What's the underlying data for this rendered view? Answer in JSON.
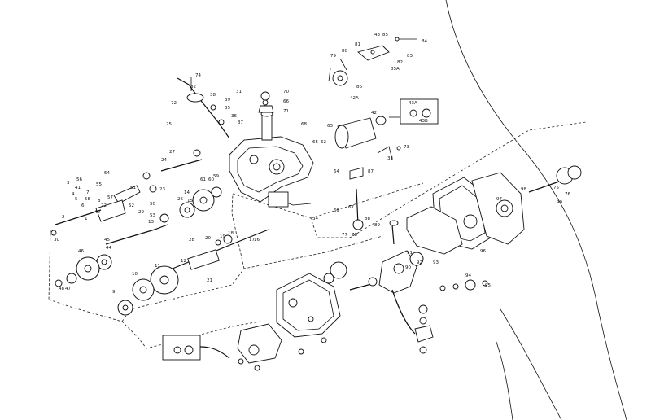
{
  "labels": [
    "85",
    "43",
    "84",
    "81",
    "82",
    "83",
    "80",
    "79",
    "85A",
    "86",
    "70",
    "66",
    "71",
    "74",
    "72",
    "38",
    "39",
    "37",
    "35",
    "36",
    "25",
    "27",
    "31",
    "68",
    "42A",
    "43A",
    "43B",
    "42",
    "73",
    "64",
    "63",
    "62",
    "65",
    "61",
    "60",
    "59",
    "54",
    "55",
    "57",
    "58",
    "56",
    "51",
    "50",
    "52",
    "53",
    "48",
    "47",
    "46",
    "45",
    "44",
    "41",
    "40",
    "30",
    "29",
    "28",
    "26",
    "24",
    "23",
    "22",
    "21",
    "20",
    "19",
    "18",
    "17",
    "16",
    "15",
    "14",
    "13",
    "12",
    "11",
    "10",
    "9",
    "8",
    "7",
    "6",
    "5",
    "4",
    "3",
    "2",
    "1",
    "87",
    "88",
    "89",
    "90",
    "91",
    "92",
    "93",
    "94",
    "95",
    "96",
    "97",
    "98",
    "99",
    "75",
    "76",
    "77",
    "78",
    "69",
    "67",
    "34",
    "33",
    "32"
  ]
}
